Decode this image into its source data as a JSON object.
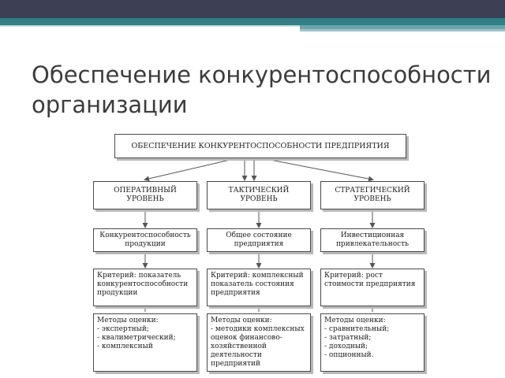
{
  "slide": {
    "title": "Обеспечение конкурентоспособности\nорганизации"
  },
  "diagram": {
    "root": "ОБЕСПЕЧЕНИЕ КОНКУРЕНТОСПОСОБНОСТИ ПРЕДПРИЯТИЯ",
    "columns": [
      {
        "level": "ОПЕРАТИВНЫЙ\nУРОВЕНЬ",
        "object": "Конкурентоспособность\nпродукции",
        "criterion": "Критерий: показатель\nконкурентоспособности\nпродукции",
        "methods": "Методы оценки:\n- экспертный;\n- квалиметрический;\n- комплексный"
      },
      {
        "level": "ТАКТИЧЕСКИЙ\nУРОВЕНЬ",
        "object": "Общее состояние\nпредприятия",
        "criterion": "Критерий: комплексный\nпоказатель состояния\nпредприятия",
        "methods": "Методы оценки:\n- методики комплексных\nоценок финансово-\nхозяйственной\nдеятельности предприятий"
      },
      {
        "level": "СТРАТЕГИЧЕСКИЙ\nУРОВЕНЬ",
        "object": "Инвестиционная\nпривлекательность",
        "criterion": "Критерий: рост\nстоимости предприятия",
        "methods": "Методы оценки:\n- сравнительный;\n- затратный;\n- доходный;\n- опционный."
      }
    ]
  },
  "colors": {
    "band_dark": "#3d3f55",
    "band_teal": "#2f7f86",
    "title_text": "#3c3c3c",
    "box_border": "#4a4a4a"
  }
}
